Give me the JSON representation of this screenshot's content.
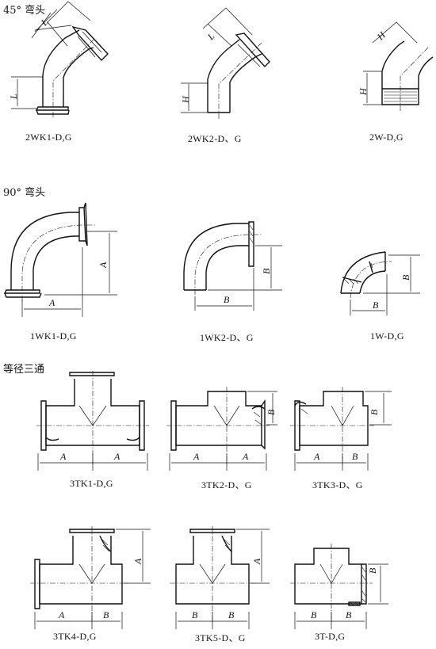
{
  "sections": [
    {
      "id": "elbow45",
      "title": "45° 弯头",
      "captions": [
        "2WK1-D,G",
        "2WK2-D、G",
        "2W-D,G"
      ]
    },
    {
      "id": "elbow90",
      "title": "90° 弯头",
      "captions": [
        "1WK1-D,G",
        "1WK2-D、G",
        "1W-D,G"
      ]
    },
    {
      "id": "tee",
      "title": "等径三通",
      "captions": [
        "3TK1-D,G",
        "3TK2-D、G",
        "3TK3-D、G",
        "3TK4-D,G",
        "3TK5-D、G",
        "3T-D,G"
      ]
    }
  ],
  "dims": {
    "L": "L",
    "H": "H",
    "A": "A",
    "B": "B"
  }
}
